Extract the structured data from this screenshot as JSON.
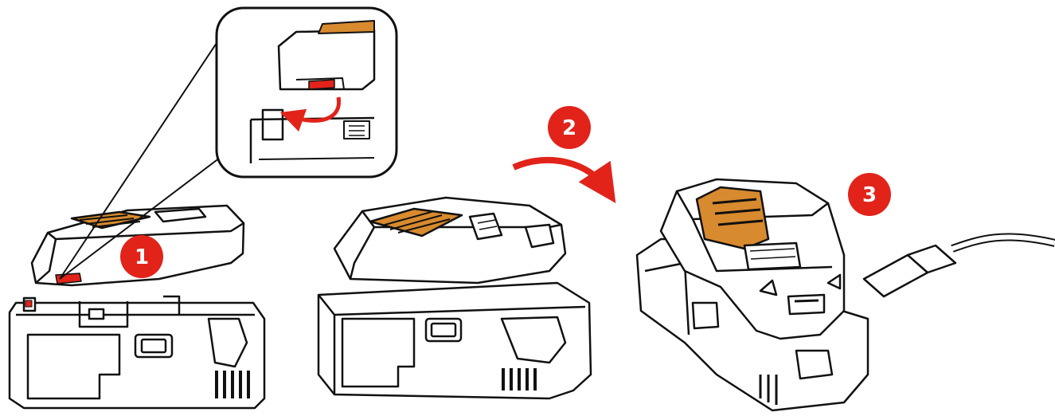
{
  "steps": [
    {
      "label": "1"
    },
    {
      "label": "2"
    },
    {
      "label": "3"
    }
  ],
  "colors": {
    "accent": "#e2231a",
    "pad": "#d88a2e",
    "pad_dark": "#b06a1e",
    "line": "#111111",
    "body_fill": "#ffffff"
  },
  "icons": [
    "zoom-callout",
    "rotate-arrow",
    "usb-cable"
  ]
}
